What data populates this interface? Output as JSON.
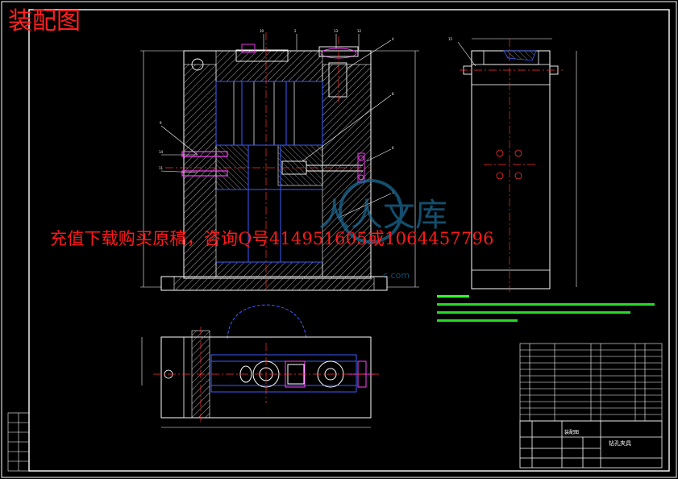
{
  "drawing": {
    "title": "装配图",
    "watermark": "充值下载购买原稿，咨询Q号414951605或1064457796",
    "logo_text": "人人文库",
    "logo_url_fragment": "c.com"
  },
  "title_block": {
    "drawing_name": "装配图",
    "product_name": "钻孔夹具"
  },
  "colors": {
    "background": "#000000",
    "frame": "#ffffff",
    "outline": "#ffffff",
    "hidden": "#3a5cff",
    "centerline": "#ff3030",
    "hatch": "#c8c8c8",
    "part": "#ff40ff",
    "text_green": "#30ff30",
    "watermark": "#ff1a1a"
  }
}
